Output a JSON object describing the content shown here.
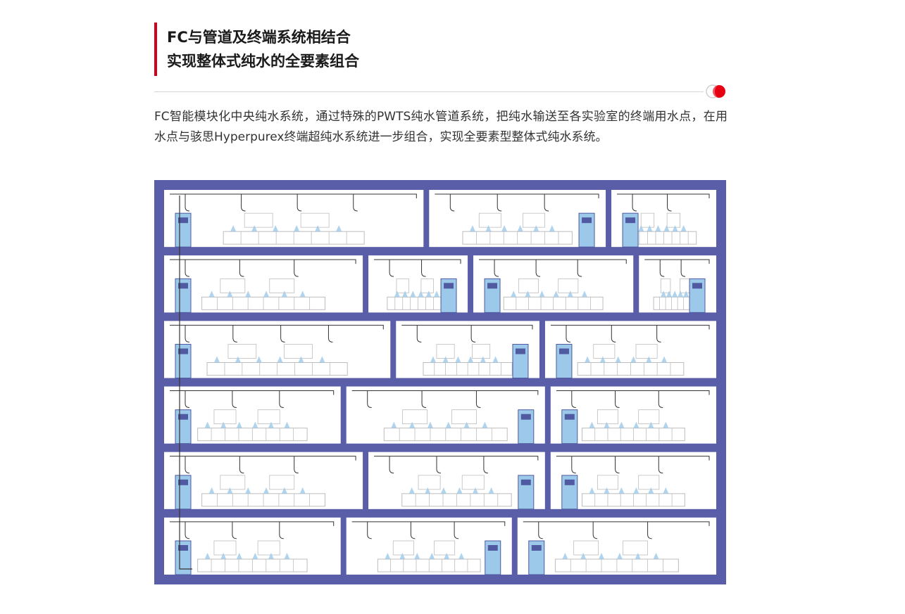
{
  "article": {
    "title_line1": "FC与管道及终端系统相结合",
    "title_line2": "实现整体式纯水的全要素组合",
    "body": "FC智能模块化中央纯水系统，通过特殊的PWTS纯水管道系统，把纯水输送至各实验室的终端用水点，在用水点与骇思Hyperpurex终端超纯水系统进一步组合，实现全要素型整体式纯水系统。"
  },
  "diagram": {
    "floors": 6,
    "colors": {
      "frame": "#5a5ea8",
      "room_bg": "#ffffff",
      "pipe": "#333333",
      "equipment": "#9cc8ea",
      "equipment_dark": "#4f5aa0",
      "bench": "#bdbdbd"
    },
    "rooms_per_floor": [
      [
        0.48,
        0.33,
        0.19
      ],
      [
        0.37,
        0.19,
        0.3,
        0.14
      ],
      [
        0.42,
        0.27,
        0.31
      ],
      [
        0.33,
        0.37,
        0.3
      ],
      [
        0.37,
        0.33,
        0.3
      ],
      [
        0.33,
        0.31,
        0.36
      ]
    ]
  },
  "accent": {
    "red": "#d4001a",
    "divider": "#d6d6d6"
  }
}
